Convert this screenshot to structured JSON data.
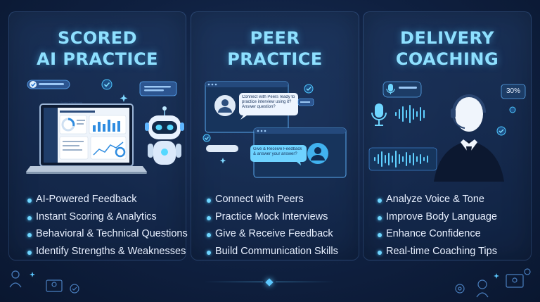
{
  "panels": [
    {
      "title_line1": "SCORED",
      "title_line2": "AI PRACTICE",
      "bullets": [
        "AI-Powered Feedback",
        "Instant Scoring & Analytics",
        "Behavioral & Technical Questions",
        "Identify Strengths & Weaknesses"
      ]
    },
    {
      "title_line1": "PEER",
      "title_line2": "PRACTICE",
      "bullets": [
        "Connect with Peers",
        "Practice Mock Interviews",
        "Give & Receive Feedback",
        "Build Communication Skills"
      ]
    },
    {
      "title_line1": "DELIVERY",
      "title_line2": "COACHING",
      "bullets": [
        "Analyze Voice & Tone",
        "Improve Body Language",
        "Enhance Confidence",
        "Real-time Coaching Tips"
      ]
    }
  ],
  "art": {
    "dashboard_label": "Score Dashboard",
    "score_badge": "30%",
    "chat_1": "Connect with Peers ready to practice interview using it? Answer question?",
    "chat_2": "Give & Receive Feedback & answer your answer?"
  },
  "colors": {
    "accent": "#8ee0ff",
    "bullet": "#6fd6ff",
    "background": "#0f2040"
  }
}
